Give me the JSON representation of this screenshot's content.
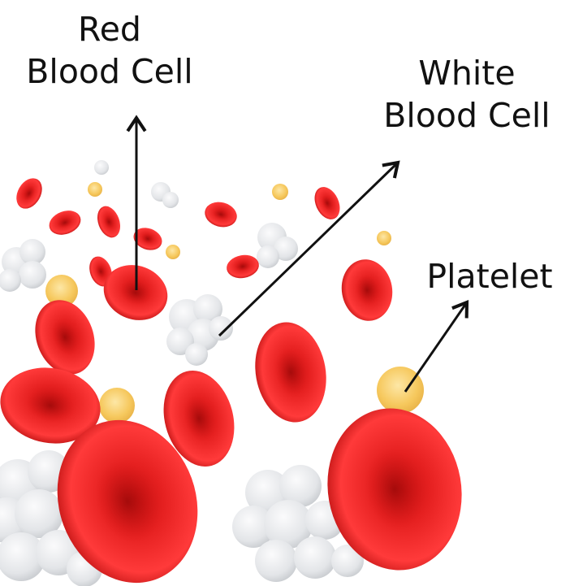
{
  "labels": {
    "red_blood_cell": {
      "line1": "Red",
      "line2": "Blood Cell"
    },
    "white_blood_cell": {
      "line1": "White",
      "line2": "Blood Cell"
    },
    "platelet": "Platelet"
  },
  "colors": {
    "red_cell": "#e01c1c",
    "red_cell_dark": "#a80c0c",
    "red_cell_highlight": "#ff5a5a",
    "white_cell": "#e6e8eb",
    "white_cell_shade": "#c9ccd1",
    "platelet": "#f5c35a",
    "arrow": "#111111",
    "background": "#ffffff"
  }
}
